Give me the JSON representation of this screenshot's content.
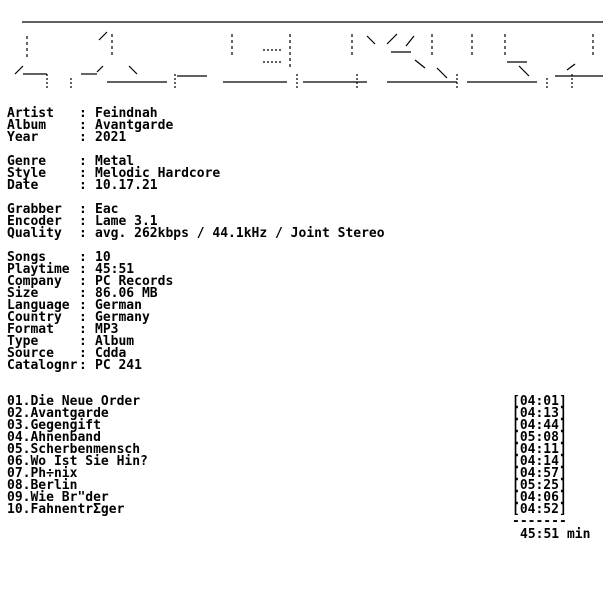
{
  "info_groups": [
    [
      {
        "label": "Artist",
        "value": "Feindnah"
      },
      {
        "label": "Album",
        "value": "Avantgarde"
      },
      {
        "label": "Year",
        "value": "2021"
      }
    ],
    [
      {
        "label": "Genre",
        "value": "Metal"
      },
      {
        "label": "Style",
        "value": "Melodic Hardcore"
      },
      {
        "label": "Date",
        "value": "10.17.21"
      }
    ],
    [
      {
        "label": "Grabber",
        "value": "Eac"
      },
      {
        "label": "Encoder",
        "value": "Lame 3.1"
      },
      {
        "label": "Quality",
        "value": "avg. 262kbps / 44.1kHz / Joint Stereo"
      }
    ],
    [
      {
        "label": "Songs",
        "value": "10"
      },
      {
        "label": "Playtime",
        "value": "45:51"
      },
      {
        "label": "Company",
        "value": "PC Records"
      },
      {
        "label": "Size",
        "value": "86.06 MB"
      },
      {
        "label": "Language",
        "value": "German"
      },
      {
        "label": "Country",
        "value": "Germany"
      },
      {
        "label": "Format",
        "value": "MP3"
      },
      {
        "label": "Type",
        "value": "Album"
      },
      {
        "label": "Source",
        "value": "Cdda"
      },
      {
        "label": "Catalognr",
        "value": "PC 241"
      }
    ]
  ],
  "separator": ":",
  "tracks": [
    {
      "name": "01.Die Neue Order",
      "time": "[04:01]"
    },
    {
      "name": "02.Avantgarde",
      "time": "[04:13]"
    },
    {
      "name": "03.Gegengift",
      "time": "[04:44]"
    },
    {
      "name": "04.Ahnenband",
      "time": "[05:08]"
    },
    {
      "name": "05.Scherbenmensch",
      "time": "[04:11]"
    },
    {
      "name": "06.Wo Ist Sie Hin?",
      "time": "[04:14]"
    },
    {
      "name": "07.Ph÷nix",
      "time": "[04:57]"
    },
    {
      "name": "08.Berlin",
      "time": "[05:25]"
    },
    {
      "name": "09.Wie Br\"der",
      "time": "[04:06]"
    },
    {
      "name": "10.FahnentrΣger",
      "time": "[04:52]"
    }
  ],
  "divider": "-------",
  "total": "45:51 min"
}
